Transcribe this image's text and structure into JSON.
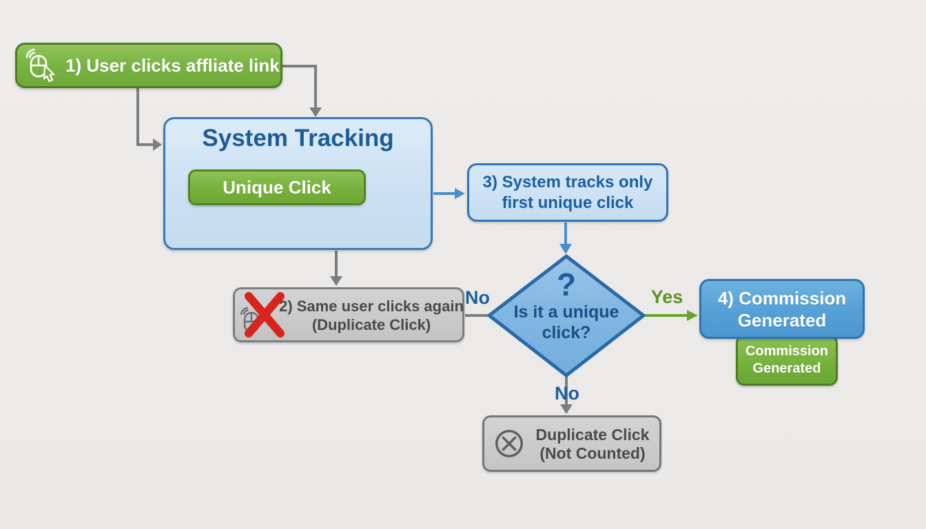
{
  "nodes": {
    "step1": {
      "label": "1) User clicks affliate link",
      "icon": "mouse-click-icon"
    },
    "system_tracking": {
      "title": "System Tracking",
      "unique_click_label": "Unique Click"
    },
    "step3": {
      "lines": [
        "3) System tracks only",
        "first unique click"
      ]
    },
    "step2": {
      "lines": [
        "2) Same user clicks again",
        "(Duplicate Click)"
      ],
      "icon": "mouse-blocked-icon"
    },
    "decision": {
      "mark": "?",
      "lines": [
        "Is it a unique",
        "click?"
      ]
    },
    "step4": {
      "lines": [
        "4) Commission",
        "Generated"
      ]
    },
    "commission_tag": {
      "lines": [
        "Commission",
        "Generated"
      ]
    },
    "duplicate": {
      "lines": [
        "Duplicate Click",
        "(Not Counted)"
      ],
      "icon": "circle-x-icon"
    }
  },
  "edge_labels": {
    "no_left": "No",
    "yes": "Yes",
    "no_bottom": "No"
  },
  "colors": {
    "background": "#ecebe9",
    "green_fill": "#76b23c",
    "green_border": "#4e7f1f",
    "light_blue_fill": "#cbe0f2",
    "blue_border": "#2e74b5",
    "medium_blue_fill": "#539fd6",
    "diamond_fill": "#82b7e1",
    "gray_fill": "#c9c9c9",
    "gray_border": "#7d7d7d",
    "dark_blue_text": "#1c5e9e",
    "dark_gray_text": "#4a4a4a",
    "arrow_gray": "#7d7d7d",
    "arrow_blue": "#4a8fc7",
    "arrow_green": "#6aa333",
    "yes_green": "#5d9226",
    "red_x": "#d8241f"
  }
}
